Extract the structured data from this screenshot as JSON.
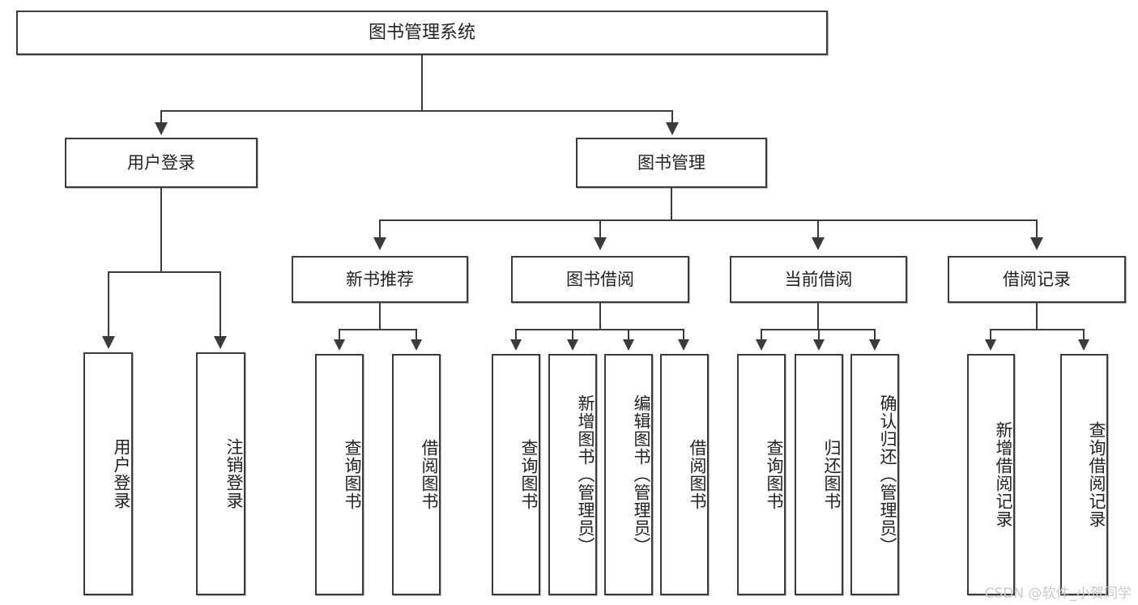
{
  "diagram": {
    "type": "tree",
    "title": "图书管理系统",
    "watermark": "CSDN @软件_小贺同学",
    "colors": {
      "box_border": "#3b3b3b",
      "box_fill": "#ffffff",
      "connector": "#3b3b3b",
      "text": "#222222",
      "watermark": "#c9c9c9",
      "background": "#ffffff"
    },
    "root": {
      "label": "图书管理系统"
    },
    "level1": [
      {
        "label": "用户登录"
      },
      {
        "label": "图书管理"
      }
    ],
    "level2": [
      {
        "label": "新书推荐"
      },
      {
        "label": "图书借阅"
      },
      {
        "label": "当前借阅"
      },
      {
        "label": "借阅记录"
      }
    ],
    "leaves": {
      "user_login": [
        {
          "label": "用户登录"
        },
        {
          "label": "注销登录"
        }
      ],
      "new_book_recommend": [
        {
          "label": "查询图书"
        },
        {
          "label": "借阅图书"
        }
      ],
      "book_borrow": [
        {
          "label": "查询图书"
        },
        {
          "label": "新增图书（管理员）"
        },
        {
          "label": "编辑图书（管理员）"
        },
        {
          "label": "借阅图书"
        }
      ],
      "current_borrow": [
        {
          "label": "查询图书"
        },
        {
          "label": "归还图书"
        },
        {
          "label": "确认归还（管理员）"
        }
      ],
      "borrow_record": [
        {
          "label": "新增借阅记录"
        },
        {
          "label": "查询借阅记录"
        }
      ]
    }
  }
}
